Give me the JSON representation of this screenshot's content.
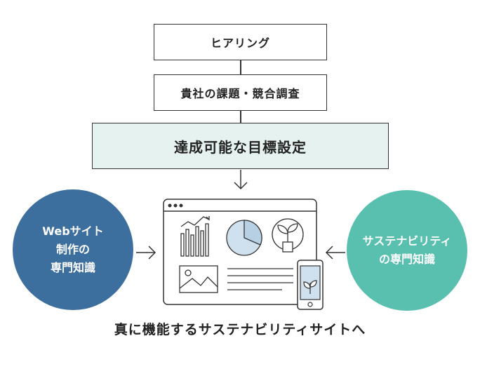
{
  "flow": {
    "step1": "ヒアリング",
    "step2": "貴社の課題・競合調査",
    "step3": "達成可能な目標設定"
  },
  "left_circle": {
    "line1": "Webサイト",
    "line2": "制作の",
    "line3": "専門知識"
  },
  "right_circle": {
    "line1": "サステナビリティ",
    "line2": "の専門知識"
  },
  "footer": "真に機能するサステナビリティサイトへ",
  "colors": {
    "highlight_box": "#e6f2f0",
    "left_circle": "#3d6f9e",
    "right_circle": "#59bfae",
    "illustration_accent": "#cfe0ee"
  },
  "icons": [
    "bar-chart-icon",
    "pie-chart-icon",
    "plant-icon",
    "image-icon",
    "smartphone-icon"
  ]
}
